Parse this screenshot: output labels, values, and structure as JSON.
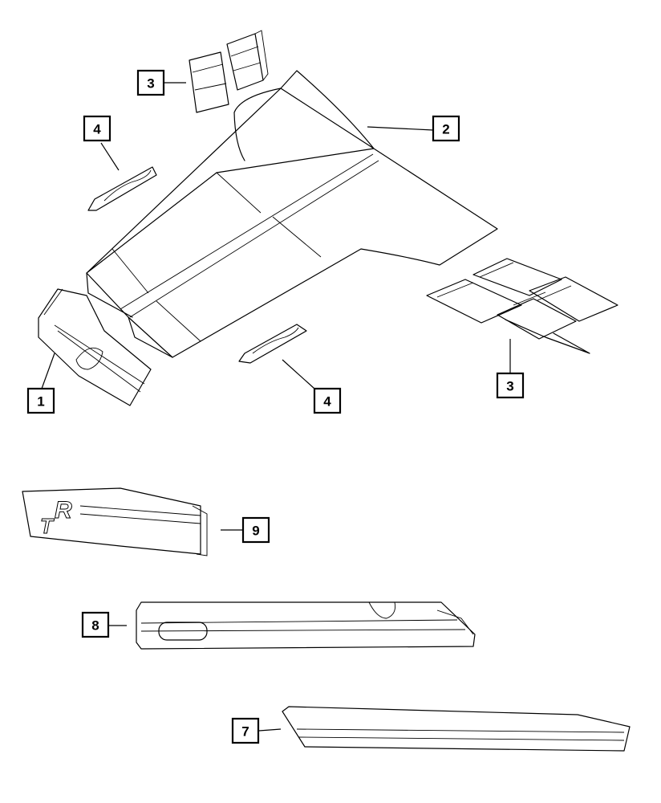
{
  "diagram": {
    "callouts": [
      {
        "id": "c3-top",
        "label": "3"
      },
      {
        "id": "c2",
        "label": "2"
      },
      {
        "id": "c4-top",
        "label": "4"
      },
      {
        "id": "c1",
        "label": "1"
      },
      {
        "id": "c4-bottom",
        "label": "4"
      },
      {
        "id": "c3-right",
        "label": "3"
      },
      {
        "id": "c9",
        "label": "9"
      },
      {
        "id": "c8",
        "label": "8"
      },
      {
        "id": "c7",
        "label": "7"
      }
    ],
    "emblem_glyphs": {
      "r": "R",
      "t": "T"
    }
  }
}
